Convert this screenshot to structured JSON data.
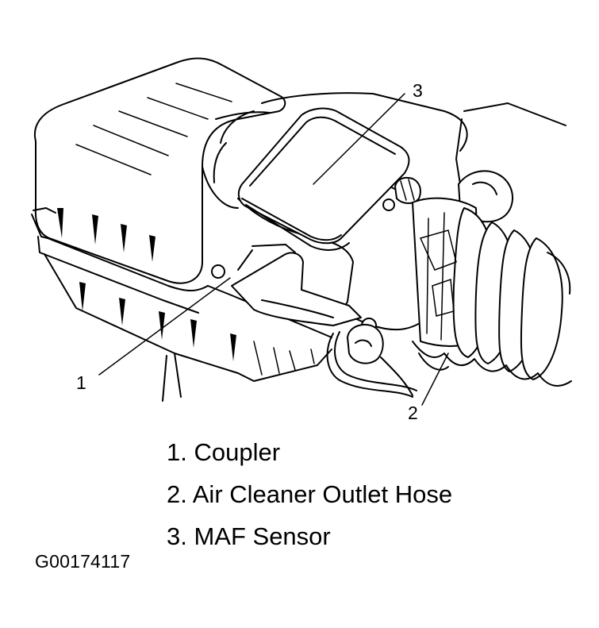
{
  "diagram": {
    "callouts": [
      {
        "id": "1",
        "text": "1"
      },
      {
        "id": "2",
        "text": "2"
      },
      {
        "id": "3",
        "text": "3"
      }
    ]
  },
  "legend": {
    "items": [
      {
        "text": "1. Coupler"
      },
      {
        "text": "2. Air Cleaner Outlet Hose"
      },
      {
        "text": "3. MAF Sensor"
      }
    ]
  },
  "figure_id": "G00174117",
  "colors": {
    "ink": "#000000",
    "paper": "#ffffff"
  }
}
